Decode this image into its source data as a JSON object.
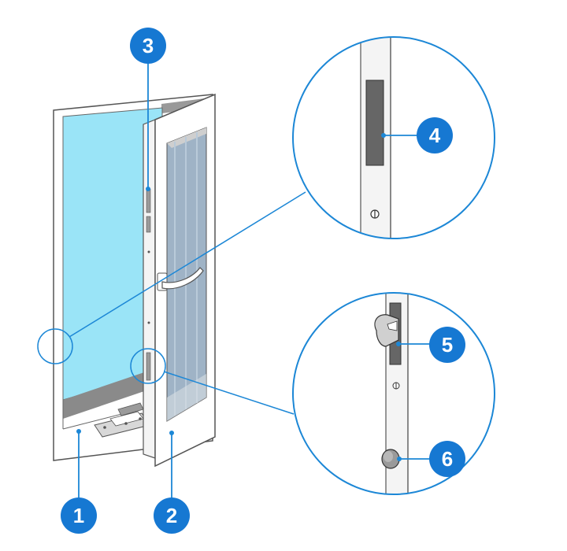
{
  "colors": {
    "badge_fill": "#1678d2",
    "callout_line": "#1c87d6",
    "glass_blue": "#9ae4f7",
    "inner_glass": "#9fb3c6",
    "frame_outline": "#555555",
    "shadow_grey": "#8a8a8a"
  },
  "callouts": [
    {
      "number": "1",
      "part": "fixed-frame"
    },
    {
      "number": "2",
      "part": "opening-sash"
    },
    {
      "number": "3",
      "part": "sash-edge-hardware"
    },
    {
      "number": "4",
      "part": "keeper-slot"
    },
    {
      "number": "5",
      "part": "hook-locking-point"
    },
    {
      "number": "6",
      "part": "mushroom-locking-pin"
    }
  ],
  "icons": {
    "handle": "door-handle-icon",
    "screw": "screw-icon",
    "hinge": "hinge-icon"
  }
}
